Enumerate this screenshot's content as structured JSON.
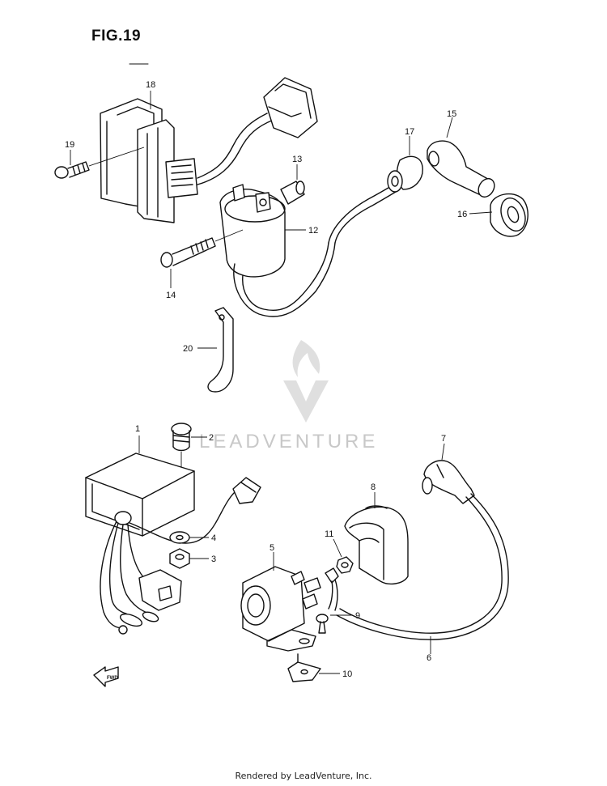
{
  "figure": {
    "title": "FIG.19"
  },
  "watermark": {
    "text": "LEADVENTURE",
    "color": "#c8c8c8"
  },
  "callouts": [
    "1",
    "2",
    "3",
    "4",
    "5",
    "6",
    "7",
    "8",
    "9",
    "10",
    "11",
    "12",
    "13",
    "14",
    "15",
    "16",
    "17",
    "18",
    "19",
    "20"
  ],
  "direction_arrow": {
    "text": "FWD"
  },
  "footer": {
    "text": "Rendered by LeadVenture, Inc."
  }
}
